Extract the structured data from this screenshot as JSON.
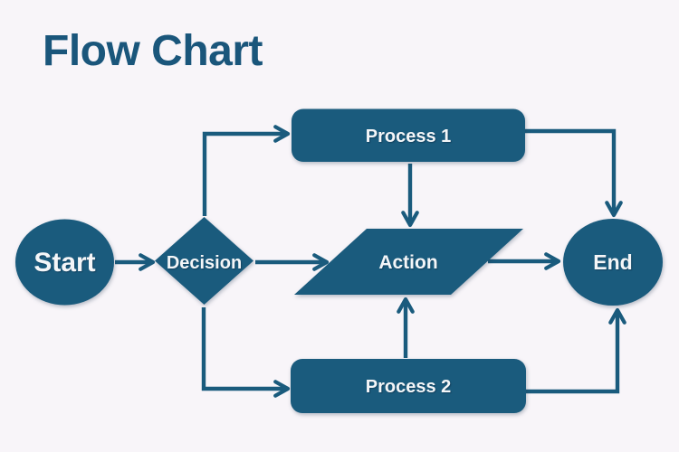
{
  "page": {
    "title": "Flow Chart",
    "background_color": "#f8f5f9",
    "accent_color": "#1a5b7d",
    "title_color": "#1a567b",
    "node_text_color": "#f4f6f8"
  },
  "diagram": {
    "nodes": [
      {
        "id": "start",
        "label": "Start",
        "shape": "ellipse"
      },
      {
        "id": "decision",
        "label": "Decision",
        "shape": "diamond"
      },
      {
        "id": "process1",
        "label": "Process 1",
        "shape": "rounded-rectangle"
      },
      {
        "id": "action",
        "label": "Action",
        "shape": "parallelogram"
      },
      {
        "id": "process2",
        "label": "Process 2",
        "shape": "rounded-rectangle"
      },
      {
        "id": "end",
        "label": "End",
        "shape": "ellipse"
      }
    ],
    "edges": [
      {
        "from": "start",
        "to": "decision"
      },
      {
        "from": "decision",
        "to": "process1"
      },
      {
        "from": "decision",
        "to": "action"
      },
      {
        "from": "decision",
        "to": "process2"
      },
      {
        "from": "process1",
        "to": "action"
      },
      {
        "from": "process2",
        "to": "action"
      },
      {
        "from": "process1",
        "to": "end"
      },
      {
        "from": "process2",
        "to": "end"
      },
      {
        "from": "action",
        "to": "end"
      }
    ]
  }
}
